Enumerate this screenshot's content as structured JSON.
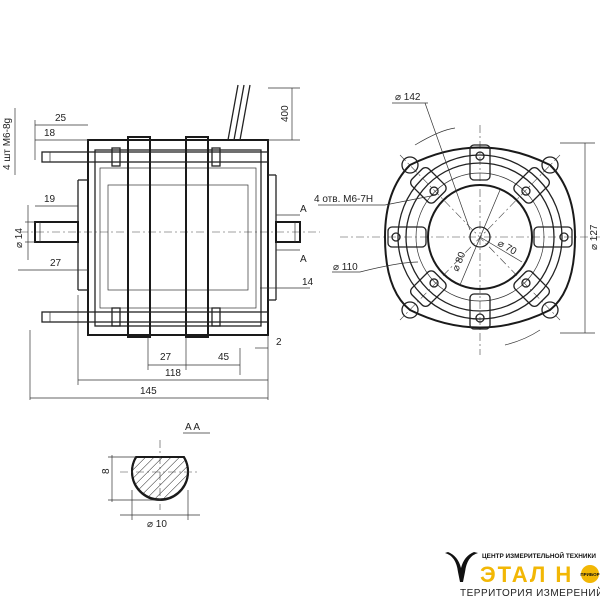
{
  "side_view": {
    "bolt_spec": "4 шт М6-8g",
    "dim_25": "25",
    "dim_18": "18",
    "dim_400": "400",
    "dim_19": "19",
    "dim_d14": "⌀ 14",
    "dim_27_left": "27",
    "section_mark_top": "A",
    "section_mark_bottom": "A",
    "dim_14": "14",
    "dim_27": "27",
    "dim_45": "45",
    "dim_2": "2",
    "dim_118": "118",
    "dim_145": "145"
  },
  "front_view": {
    "dim_d142": "⌀ 142",
    "holes_spec": "4 отв. М6-7Н",
    "dim_d110": "⌀ 110",
    "dim_d80": "⌀ 80",
    "dim_d70": "⌀ 70",
    "dim_d127": "⌀ 127"
  },
  "section": {
    "title": "A A",
    "dim_8": "8",
    "dim_d10": "⌀ 10"
  },
  "logo": {
    "top_text": "ЦЕНТР ИЗМЕРИТЕЛЬНОЙ ТЕХНИКИ",
    "brand": "ЭТАЛ  Н",
    "badge": "ПРИБОР",
    "tagline": "ТЕРРИТОРИЯ ИЗМЕРЕНИЙ",
    "brand_color": "#f2b705"
  }
}
